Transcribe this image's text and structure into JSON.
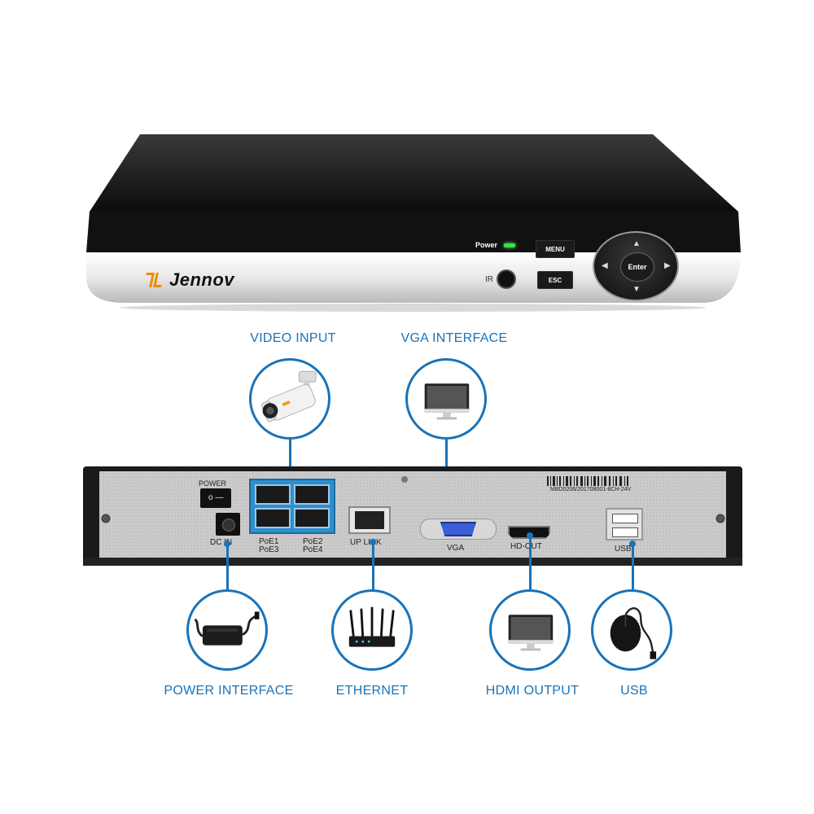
{
  "front": {
    "brand": "Jennov",
    "power_label": "Power",
    "menu_label": "MENU",
    "esc_label": "ESC",
    "enter_label": "Enter",
    "ir_label": "IR"
  },
  "rear": {
    "power_switch_label": "POWER",
    "dc_in_label": "DC IN",
    "poe_label_a": "PoE1",
    "poe_label_b": "PoE3",
    "poe_label_c": "PoE2",
    "poe_label_d": "PoE4",
    "uplink_label": "UP LINK",
    "vga_label": "VGA",
    "hdmi_label": "HD-OUT",
    "usb_label": "USB",
    "serial_label": "MBD0206/201708001-8CH-24V"
  },
  "callouts": {
    "video_input": "VIDEO INPUT",
    "vga_interface": "VGA INTERFACE",
    "power_interface": "POWER INTERFACE",
    "ethernet": "ETHERNET",
    "hdmi_output": "HDMI OUTPUT",
    "usb": "USB"
  },
  "colors": {
    "accent": "#1a73b8",
    "brand_orange": "#f08a00"
  }
}
